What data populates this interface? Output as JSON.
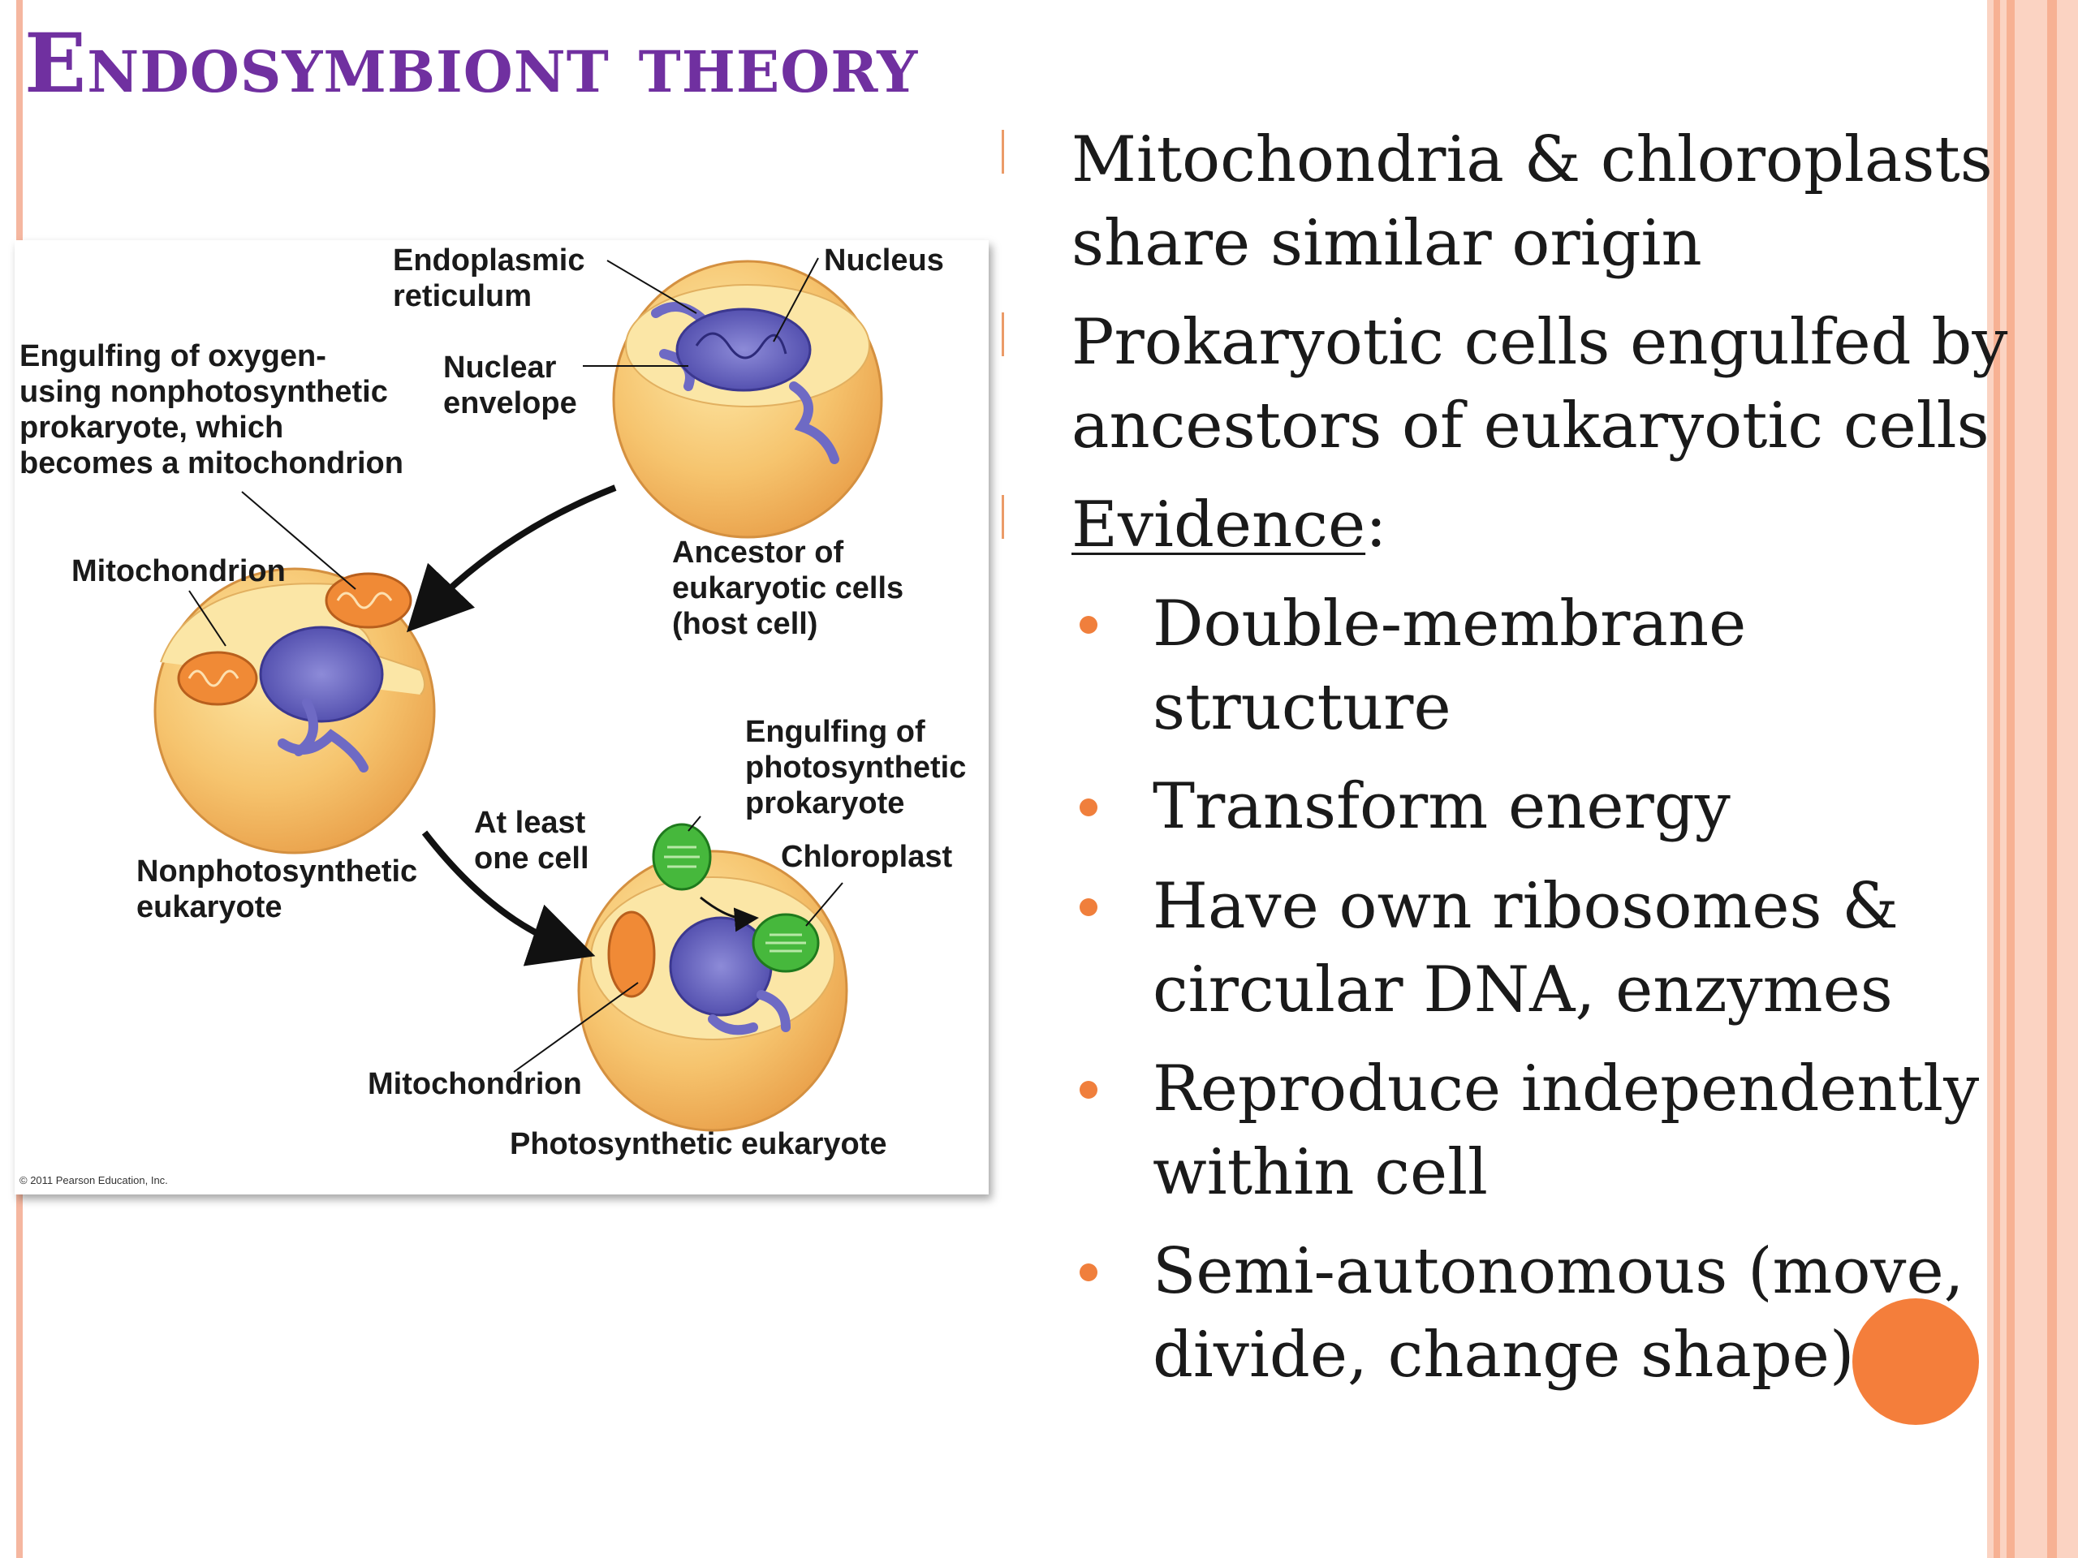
{
  "slide": {
    "title": "Endosymbiont theory",
    "accent_color": "#7030a0",
    "bullet_color": "#f07f3c"
  },
  "bullets": [
    {
      "line1": "Mitochondria & chloroplasts",
      "line2": "share similar origin"
    },
    {
      "line1": "Prokaryotic cells engulfed by",
      "line2": "ancestors of eukaryotic cells"
    },
    {
      "label": "Evidence",
      "suffix": ":"
    }
  ],
  "evidence": [
    {
      "line1": "Double-membrane",
      "line2": "structure"
    },
    {
      "line1": "Transform energy"
    },
    {
      "line1": "Have own ribosomes &",
      "line2": "circular DNA, enzymes"
    },
    {
      "line1": "Reproduce independently",
      "line2": "within cell"
    },
    {
      "line1": "Semi-autonomous (move,",
      "line2": "divide, change shape)"
    }
  ],
  "figure": {
    "labels": {
      "er_1": "Endoplasmic",
      "er_2": "reticulum",
      "nucleus": "Nucleus",
      "engulf1_1": "Engulfing of oxygen-",
      "engulf1_2": "using nonphotosynthetic",
      "engulf1_3": "prokaryote, which",
      "engulf1_4": "becomes a mitochondrion",
      "envelope_1": "Nuclear",
      "envelope_2": "envelope",
      "ancestor_1": "Ancestor of",
      "ancestor_2": "eukaryotic cells",
      "ancestor_3": "(host cell)",
      "mito_1": "Mitochondrion",
      "engulf2_1": "Engulfing of",
      "engulf2_2": "photosynthetic",
      "engulf2_3": "prokaryote",
      "atleast_1": "At least",
      "atleast_2": "one cell",
      "chloroplast": "Chloroplast",
      "nonphoto_1": "Nonphotosynthetic",
      "nonphoto_2": "eukaryote",
      "mito_2": "Mitochondrion",
      "photo": "Photosynthetic eukaryote",
      "credit": "© 2011 Pearson Education, Inc."
    }
  }
}
